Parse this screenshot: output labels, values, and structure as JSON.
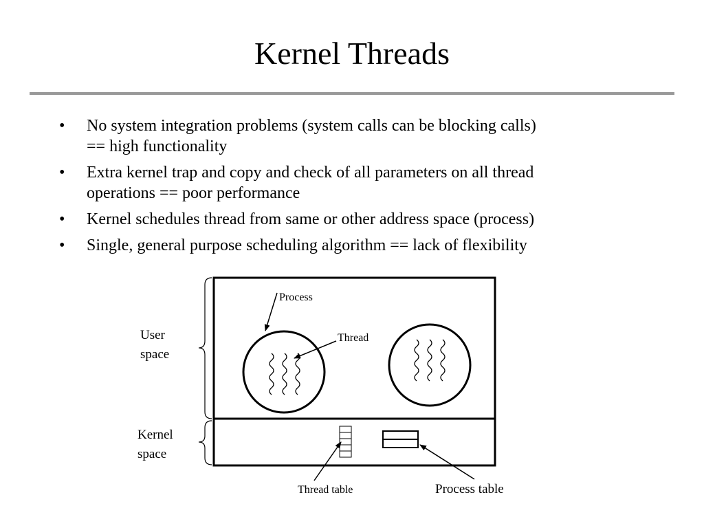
{
  "slide": {
    "title": "Kernel Threads",
    "bullet_marker": "•",
    "bullets": [
      {
        "line1": "No system integration problems (system calls can be blocking calls)",
        "line2": "== high functionality"
      },
      {
        "line1": "Extra kernel trap and copy and check of all parameters on all thread",
        "line2": "operations == poor performance"
      },
      {
        "line1": "Kernel schedules thread from same or other address space (process)",
        "line2": ""
      },
      {
        "line1": "Single, general purpose scheduling algorithm == lack of flexibility",
        "line2": ""
      }
    ]
  },
  "diagram": {
    "labels": {
      "process": "Process",
      "thread": "Thread",
      "user_space_line1": "User",
      "user_space_line2": "space",
      "kernel_space_line1": "Kernel",
      "kernel_space_line2": "space",
      "thread_table": "Thread table",
      "process_table": "Process table"
    },
    "thread_table_rows": 5,
    "process_table_rows": 2,
    "process_count": 2,
    "threads_per_process": 3,
    "colors": {
      "rule": "#999999",
      "stroke": "#000000"
    }
  }
}
